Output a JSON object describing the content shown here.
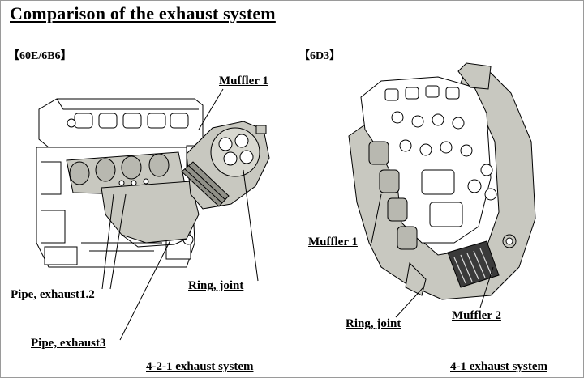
{
  "title": "Comparison of the exhaust system",
  "left": {
    "model": "【60E/6B6】",
    "labels": {
      "muffler1": "Muffler 1",
      "pipe12": "Pipe, exhaust1.2",
      "pipe3": "Pipe, exhaust3",
      "ring": "Ring, joint"
    },
    "system": "4-2-1 exhaust system"
  },
  "right": {
    "model": "【6D3】",
    "labels": {
      "muffler1": "Muffler 1",
      "muffler2": "Muffler 2",
      "ring": "Ring, joint"
    },
    "system": "4-1 exhaust system"
  },
  "colors": {
    "part_fill": "#c8c8c0",
    "line": "#000000",
    "engine_fill": "#ffffff",
    "dark_part": "#3a3a3a"
  }
}
